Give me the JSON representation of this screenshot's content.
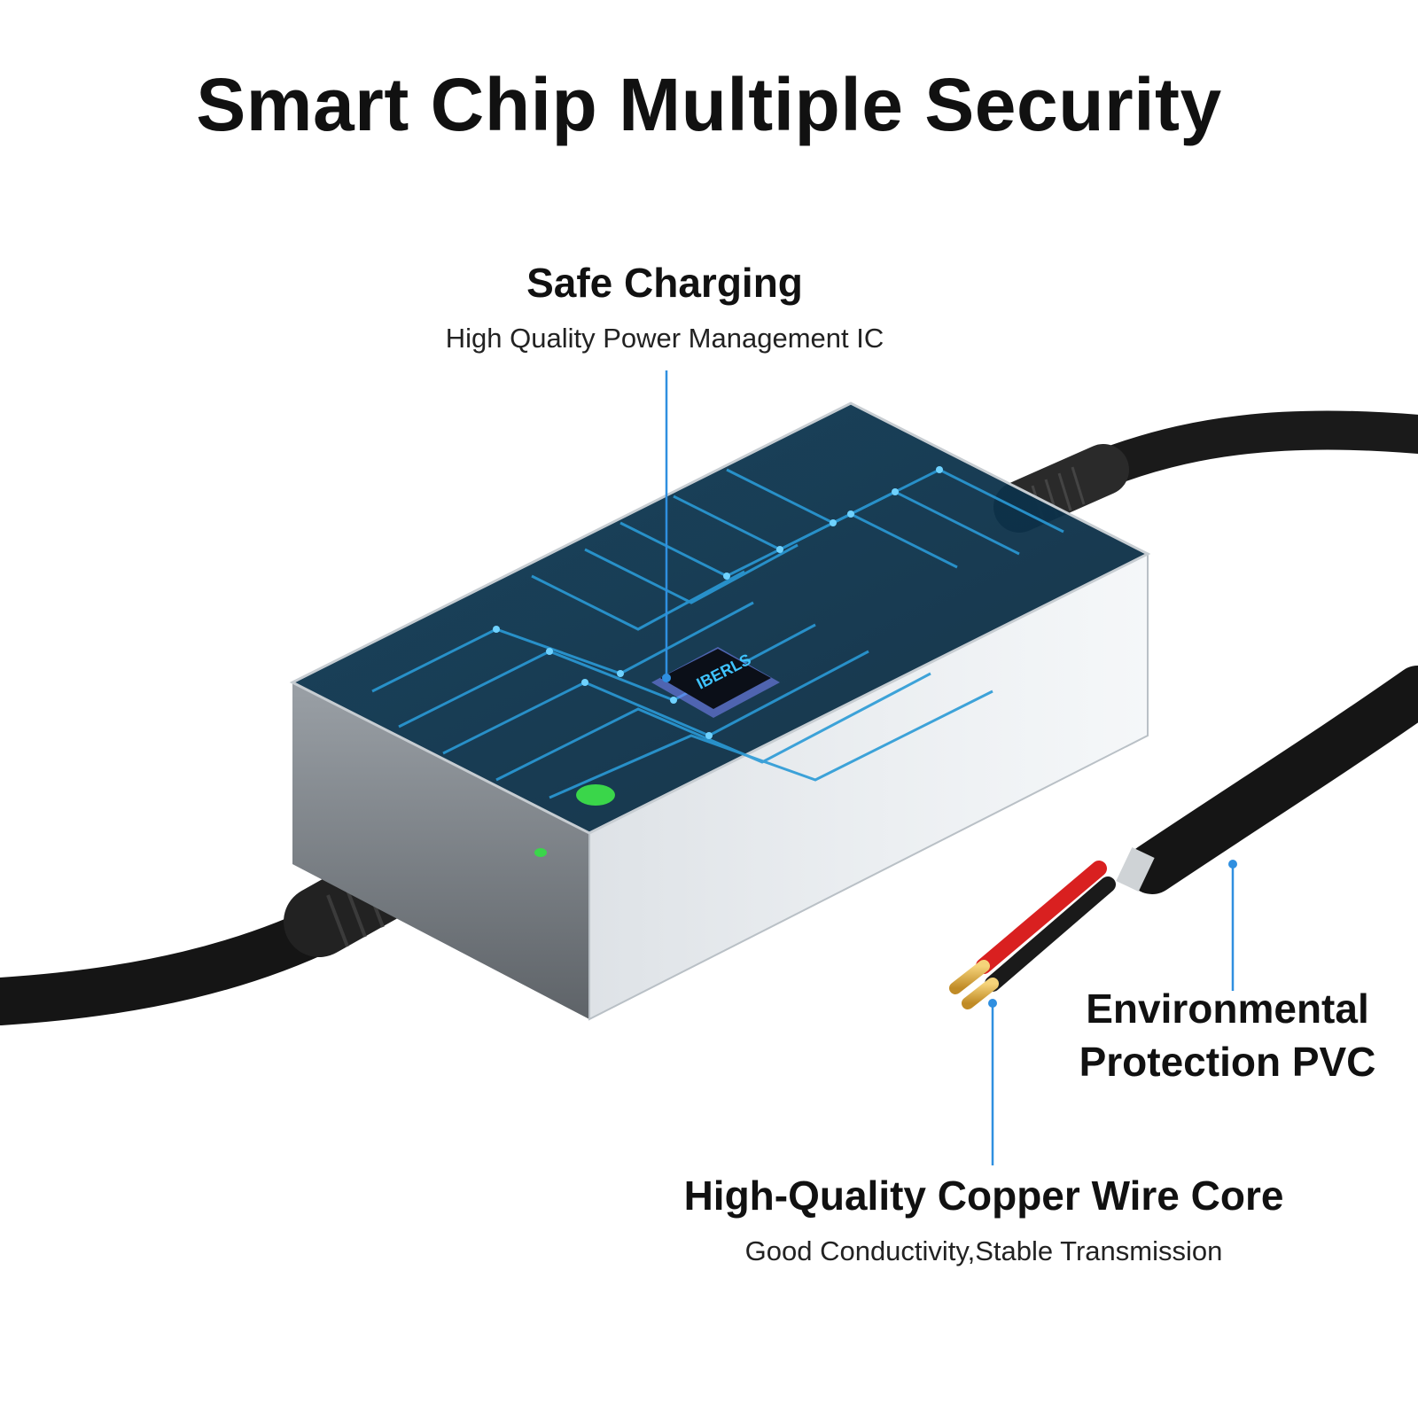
{
  "headline": "Smart Chip Multiple Security",
  "features": [
    {
      "title": "Safe Charging",
      "subtitle": "High Quality Power Management IC"
    },
    {
      "title_line1": "Environmental",
      "title_line2": "Protection PVC"
    },
    {
      "title": "High-Quality Copper Wire Core",
      "subtitle": "Good Conductivity,Stable Transmission"
    }
  ],
  "chip_label": "IBERLS",
  "colors": {
    "callout_line": "#2f8fe0",
    "circuit": "#2a9ad6",
    "cable": "#1a1a1a",
    "led": "#3ad64a",
    "wire_red": "#d92020",
    "copper": "#e6b84a"
  }
}
